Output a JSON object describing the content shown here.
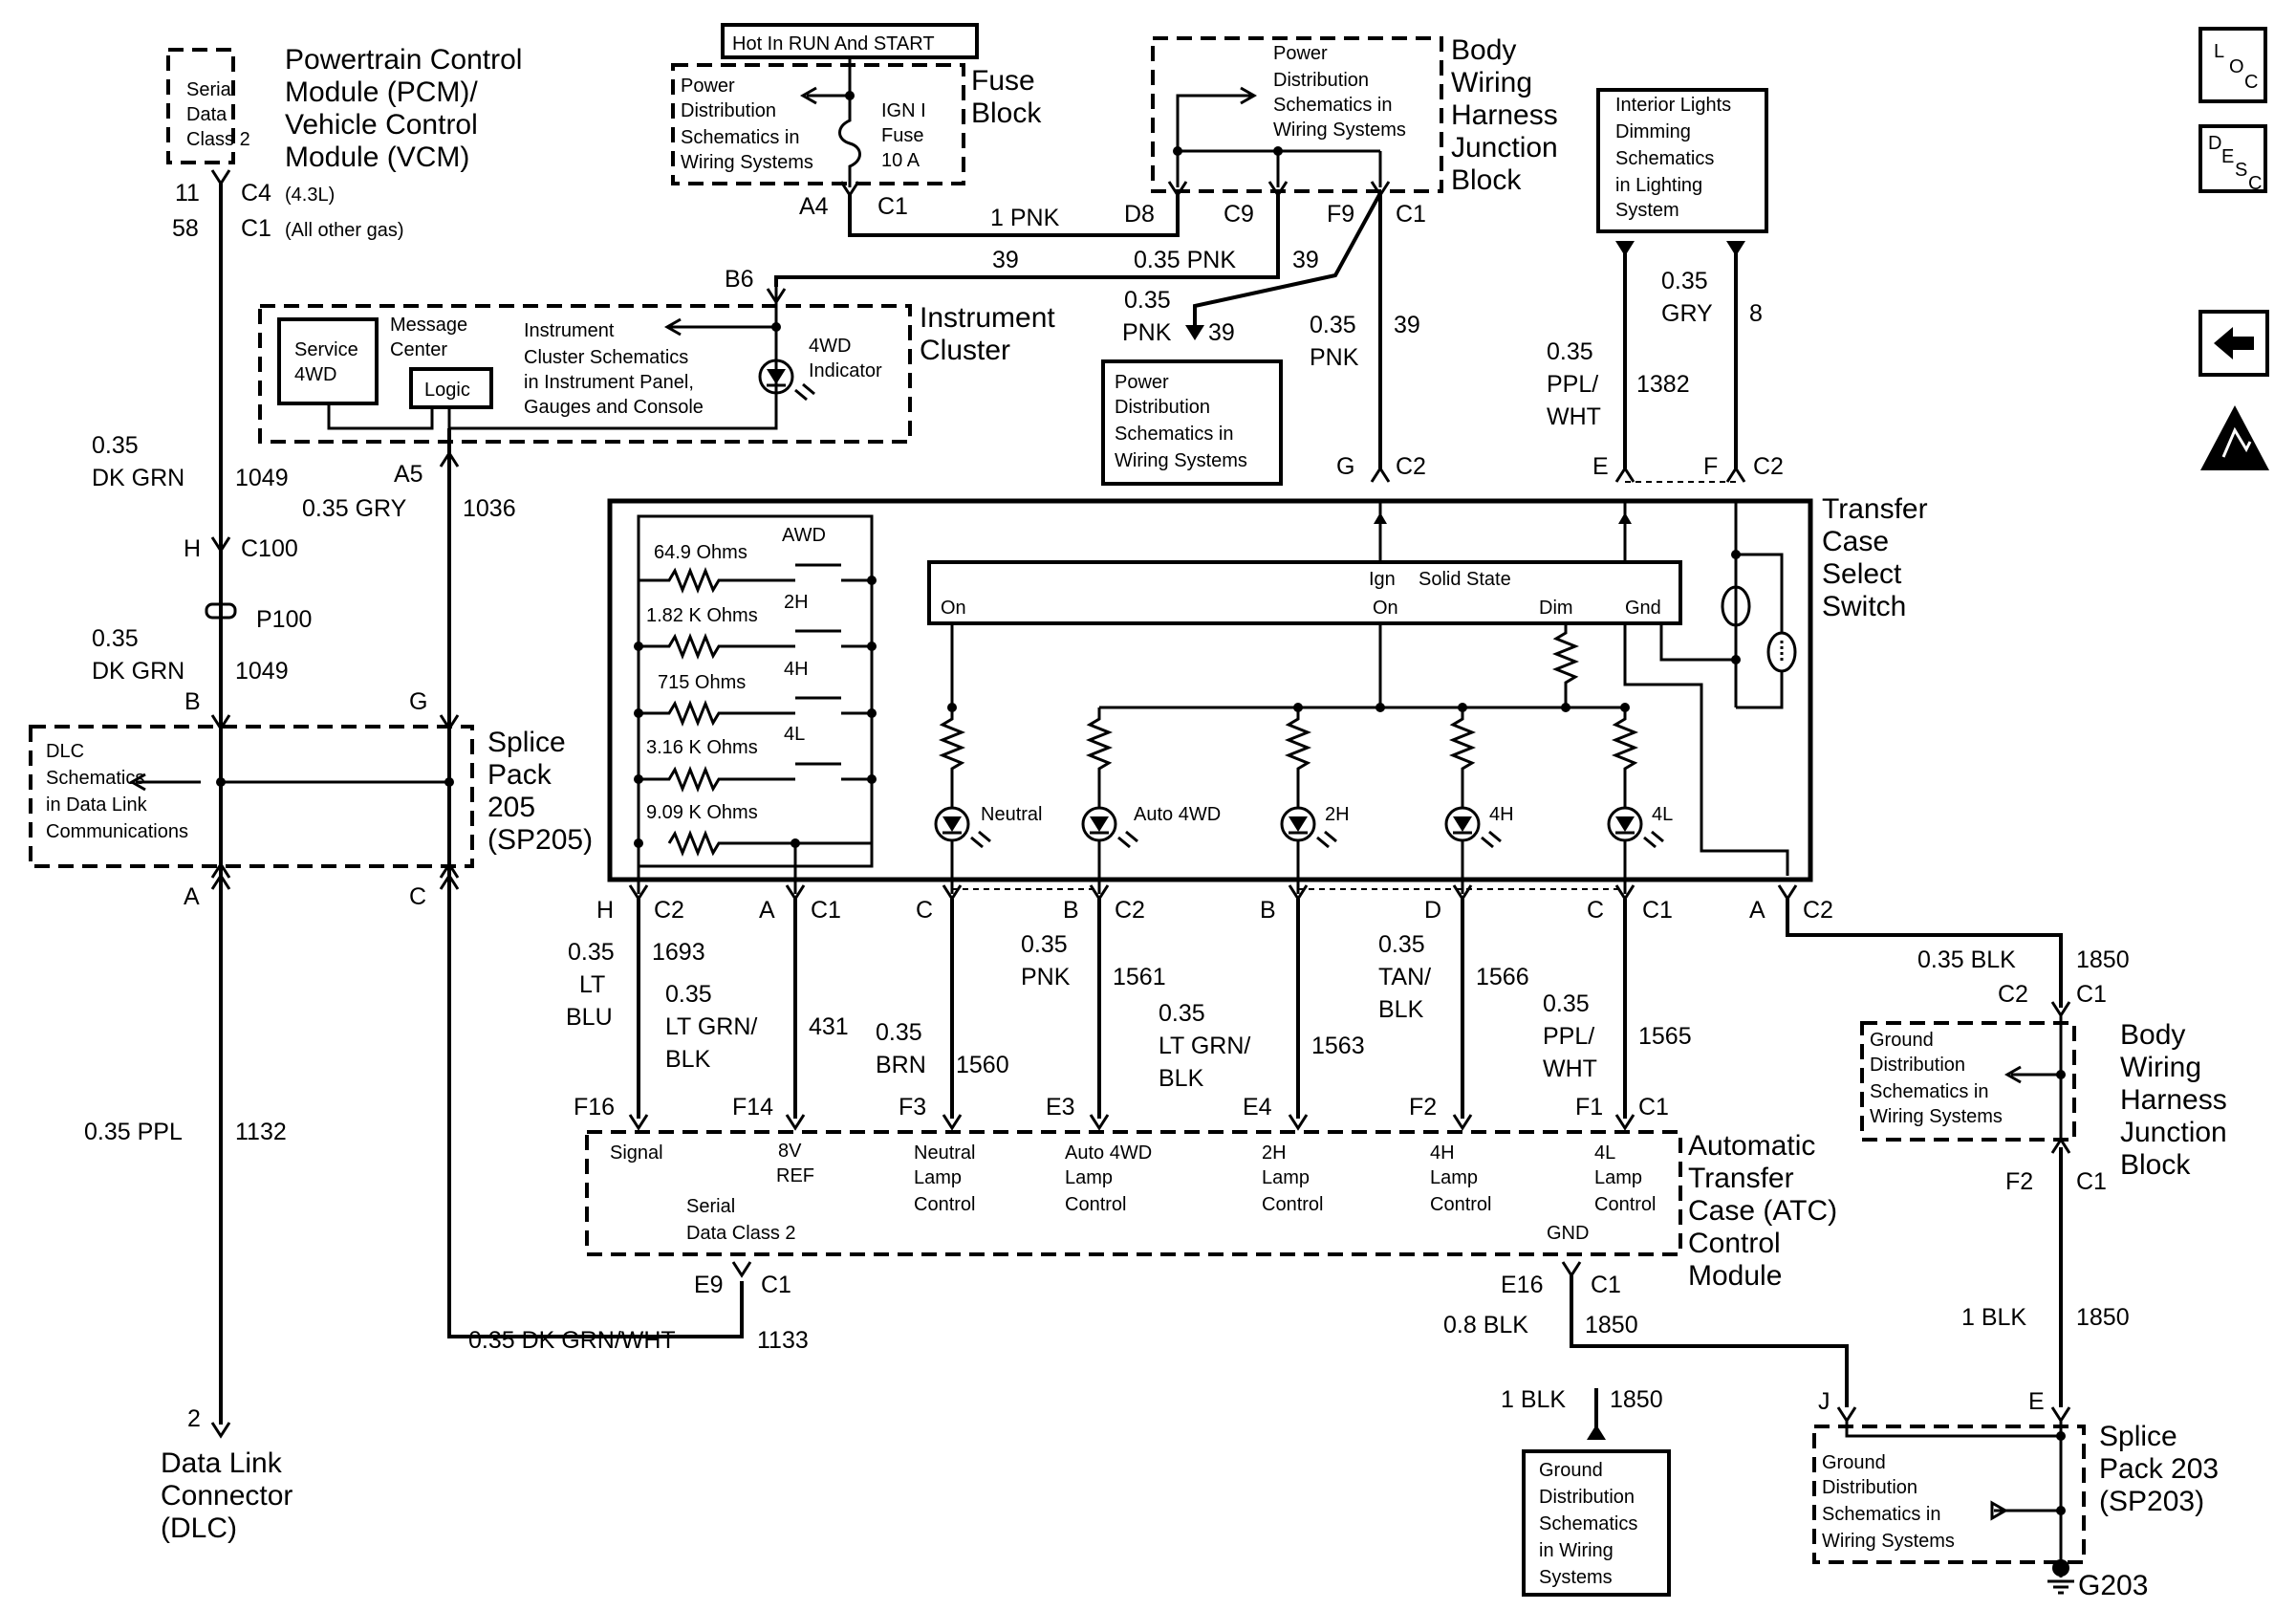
{
  "modules": {
    "pcm": {
      "inner": [
        "Serial",
        "Data",
        "Class 2"
      ],
      "title": [
        "Powertrain Control",
        "Module (PCM)/",
        "Vehicle Control",
        "Module (VCM)"
      ]
    },
    "fuse_block": {
      "hot_label": "Hot In RUN And START",
      "ref": [
        "Power",
        "Distribution",
        "Schematics in",
        "Wiring Systems"
      ],
      "fuse": [
        "IGN I",
        "Fuse",
        "10 A"
      ],
      "title": [
        "Fuse",
        "Block"
      ]
    },
    "bwhjb_top": {
      "ref": [
        "Power",
        "Distribution",
        "Schematics in",
        "Wiring Systems"
      ],
      "title": [
        "Body",
        "Wiring",
        "Harness",
        "Junction",
        "Block"
      ]
    },
    "interior_lights": [
      "Interior Lights",
      "Dimming",
      "Schematics",
      "in Lighting",
      "System"
    ],
    "instrument_cluster": {
      "service": [
        "Service",
        "4WD"
      ],
      "message": [
        "Message",
        "Center"
      ],
      "logic": "Logic",
      "ref": [
        "Instrument",
        "Cluster Schematics",
        "in Instrument Panel,",
        "Gauges and Console"
      ],
      "indicator": [
        "4WD",
        "Indicator"
      ],
      "title": [
        "Instrument",
        "Cluster"
      ]
    },
    "power_dist_mid": [
      "Power",
      "Distribution",
      "Schematics in",
      "Wiring Systems"
    ],
    "transfer_switch": {
      "title": [
        "Transfer",
        "Case",
        "Select",
        "Switch"
      ],
      "resistors": [
        "64.9 Ohms",
        "1.82 K Ohms",
        "715 Ohms",
        "3.16 K Ohms",
        "9.09 K Ohms"
      ],
      "modes": [
        "AWD",
        "2H",
        "4H",
        "4L"
      ],
      "solid_state": "Solid State",
      "ss_pins": [
        "On",
        "Ign",
        "On",
        "Dim",
        "Gnd"
      ],
      "leds": [
        "Neutral",
        "Auto 4WD",
        "2H",
        "4H",
        "4L"
      ]
    },
    "splice205": {
      "ref": [
        "DLC",
        "Schematics",
        "in Data Link",
        "Communications"
      ],
      "title": [
        "Splice",
        "Pack",
        "205",
        "(SP205)"
      ]
    },
    "atc": {
      "pins": [
        "Signal",
        "8V",
        "REF",
        "Neutral",
        "Lamp",
        "Control",
        "Auto 4WD",
        "Lamp",
        "Control",
        "2H",
        "Lamp",
        "Control",
        "4H",
        "Lamp",
        "Control",
        "4L",
        "Lamp",
        "Control"
      ],
      "serial": [
        "Serial",
        "Data Class 2"
      ],
      "gnd": "GND",
      "title": [
        "Automatic",
        "Transfer",
        "Case (ATC)",
        "Control",
        "Module"
      ]
    },
    "bwhjb_right": {
      "ref": [
        "Ground",
        "Distribution",
        "Schematics in",
        "Wiring Systems"
      ],
      "title": [
        "Body",
        "Wiring",
        "Harness",
        "Junction",
        "Block"
      ]
    },
    "ground_dist_bottom": [
      "Ground",
      "Distribution",
      "Schematics",
      "in Wiring",
      "Systems"
    ],
    "splice203": {
      "ref": [
        "Ground",
        "Distribution",
        "Schematics in",
        "Wiring Systems"
      ],
      "title": [
        "Splice",
        "Pack 203",
        "(SP203)"
      ],
      "ground": "G203"
    },
    "dlc": {
      "pin": "2",
      "title": [
        "Data Link",
        "Connector",
        "(DLC)"
      ]
    }
  },
  "connectors": {
    "pcm_pins": [
      "11",
      "58"
    ],
    "pcm_conn": [
      "C4",
      "(4.3L)",
      "C1",
      "(All other gas)"
    ],
    "fuse_conn": [
      "A4",
      "C1"
    ],
    "bwhjb_conn": [
      "D8",
      "C9",
      "F9",
      "C1"
    ],
    "b6": "B6",
    "a5": "A5",
    "c100": [
      "H",
      "C100"
    ],
    "p100": "P100",
    "sp205_top": [
      "B",
      "G"
    ],
    "sp205_bottom": [
      "A",
      "C"
    ],
    "switch_top": [
      "G",
      "C2",
      "E",
      "F",
      "C2"
    ],
    "switch_bottom": [
      "H",
      "C2",
      "A",
      "C1",
      "C",
      "B",
      "C2",
      "B",
      "D",
      "C",
      "C1",
      "A",
      "C2"
    ],
    "atc_top": [
      "F16",
      "F14",
      "F3",
      "E3",
      "E4",
      "F2",
      "F1",
      "C1"
    ],
    "atc_bottom": [
      "E9",
      "C1",
      "E16",
      "C1"
    ],
    "bwhjb_right": [
      "C2",
      "C1",
      "F2",
      "C1"
    ],
    "sp203": [
      "J",
      "E"
    ]
  },
  "wires": {
    "pink1": [
      "1 PNK",
      "39"
    ],
    "pink035": [
      "0.35 PNK",
      "39"
    ],
    "pink_a": [
      "0.35",
      "PNK",
      "39"
    ],
    "pink_b": [
      "0.35",
      "PNK",
      "39"
    ],
    "ppl_wht": [
      "0.35",
      "PPL/",
      "WHT",
      "1382"
    ],
    "gry8": [
      "0.35",
      "GRY",
      "8"
    ],
    "dkgrn1": [
      "0.35",
      "DK GRN",
      "1049"
    ],
    "dkgrn2": [
      "0.35",
      "DK GRN",
      "1049"
    ],
    "gry1036": [
      "0.35 GRY",
      "1036"
    ],
    "ppl1132": [
      "0.35 PPL",
      "1132"
    ],
    "dkgrnwht": [
      "0.35 DK GRN/WHT",
      "1133"
    ],
    "ltblu": [
      "0.35",
      "LT",
      "BLU",
      "1693"
    ],
    "ltgrnblk431": [
      "0.35",
      "LT GRN/",
      "BLK",
      "431"
    ],
    "brn": [
      "0.35",
      "BRN",
      "1560"
    ],
    "pnk1561": [
      "0.35",
      "PNK",
      "1561"
    ],
    "ltgrnblk1563": [
      "0.35",
      "LT GRN/",
      "BLK",
      "1563"
    ],
    "tanblk": [
      "0.35",
      "TAN/",
      "BLK",
      "1566"
    ],
    "pplwht1565": [
      "0.35",
      "PPL/",
      "WHT",
      "1565"
    ],
    "blk1850a": [
      "0.35 BLK",
      "1850"
    ],
    "blk1850b": [
      "0.8 BLK",
      "1850"
    ],
    "blk1850c": [
      "1 BLK",
      "1850"
    ],
    "blk1850d": [
      "1 BLK",
      "1850"
    ]
  },
  "side_icons": [
    "LOC",
    "DESC"
  ]
}
